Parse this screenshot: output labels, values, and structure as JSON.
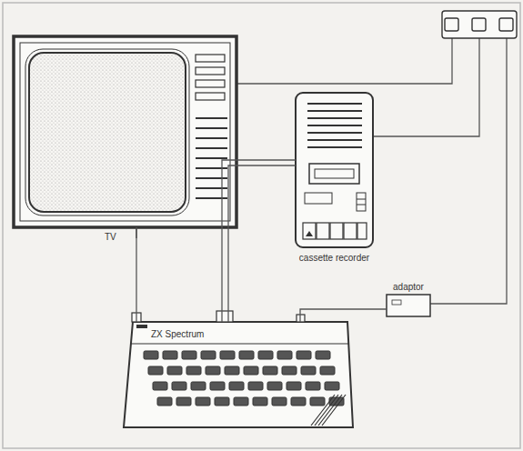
{
  "diagram": {
    "nodes": [
      {
        "text": [
          "TV"
        ]
      },
      {
        "text": [
          "cassette recorder"
        ]
      },
      {
        "text": [
          "adaptor"
        ]
      },
      {
        "text": [
          "ZX Spectrum"
        ]
      }
    ],
    "edges": [
      {
        "from": 0,
        "to": 3,
        "arrow": "none"
      },
      {
        "from": 1,
        "to": 3,
        "arrow": "none"
      },
      {
        "from": 1,
        "to": 3,
        "arrow": "none"
      },
      {
        "from": 2,
        "to": 3,
        "arrow": "none"
      }
    ]
  }
}
